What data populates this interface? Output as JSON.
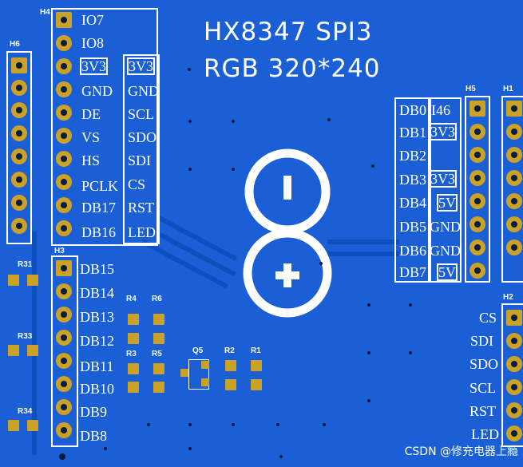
{
  "title": {
    "line1": "HX8347 SPI3",
    "line2": "RGB 320*240"
  },
  "refs": {
    "h4": "H4",
    "h6": "H6",
    "h3": "H3",
    "h5": "H5",
    "h1": "H1",
    "h2": "H2",
    "r31": "R31",
    "r33": "R33",
    "r34": "R34",
    "r4": "R4",
    "r6": "R6",
    "r3": "R3",
    "r5": "R5",
    "r2": "R2",
    "r1": "R1",
    "q5": "Q5"
  },
  "h4_labels": [
    "IO7",
    "IO8",
    "3V3",
    "GND",
    "DE",
    "VS",
    "HS",
    "PCLK",
    "DB17",
    "DB16"
  ],
  "spi_labels": [
    "3V3",
    "GND",
    "SCL",
    "SDO",
    "SDI",
    "CS",
    "RST",
    "LED"
  ],
  "h3_labels": [
    "DB15",
    "DB14",
    "DB13",
    "DB12",
    "DB11",
    "DB10",
    "DB9",
    "DB8"
  ],
  "h5_left": [
    "DB0",
    "DB1",
    "DB2",
    "DB3",
    "DB4",
    "DB5",
    "DB6",
    "DB7"
  ],
  "h5_right": [
    "I46",
    "3V3",
    "",
    "3V3",
    "5V",
    "GND",
    "GND",
    "5V"
  ],
  "h2_labels": [
    "CS",
    "SDI",
    "SDO",
    "SCL",
    "RST",
    "LED"
  ],
  "watermark": "CSDN @修充电器上瘾",
  "colors": {
    "board": "#1a5fd6",
    "pad": "#c9a227",
    "silk": "#ffffff"
  }
}
